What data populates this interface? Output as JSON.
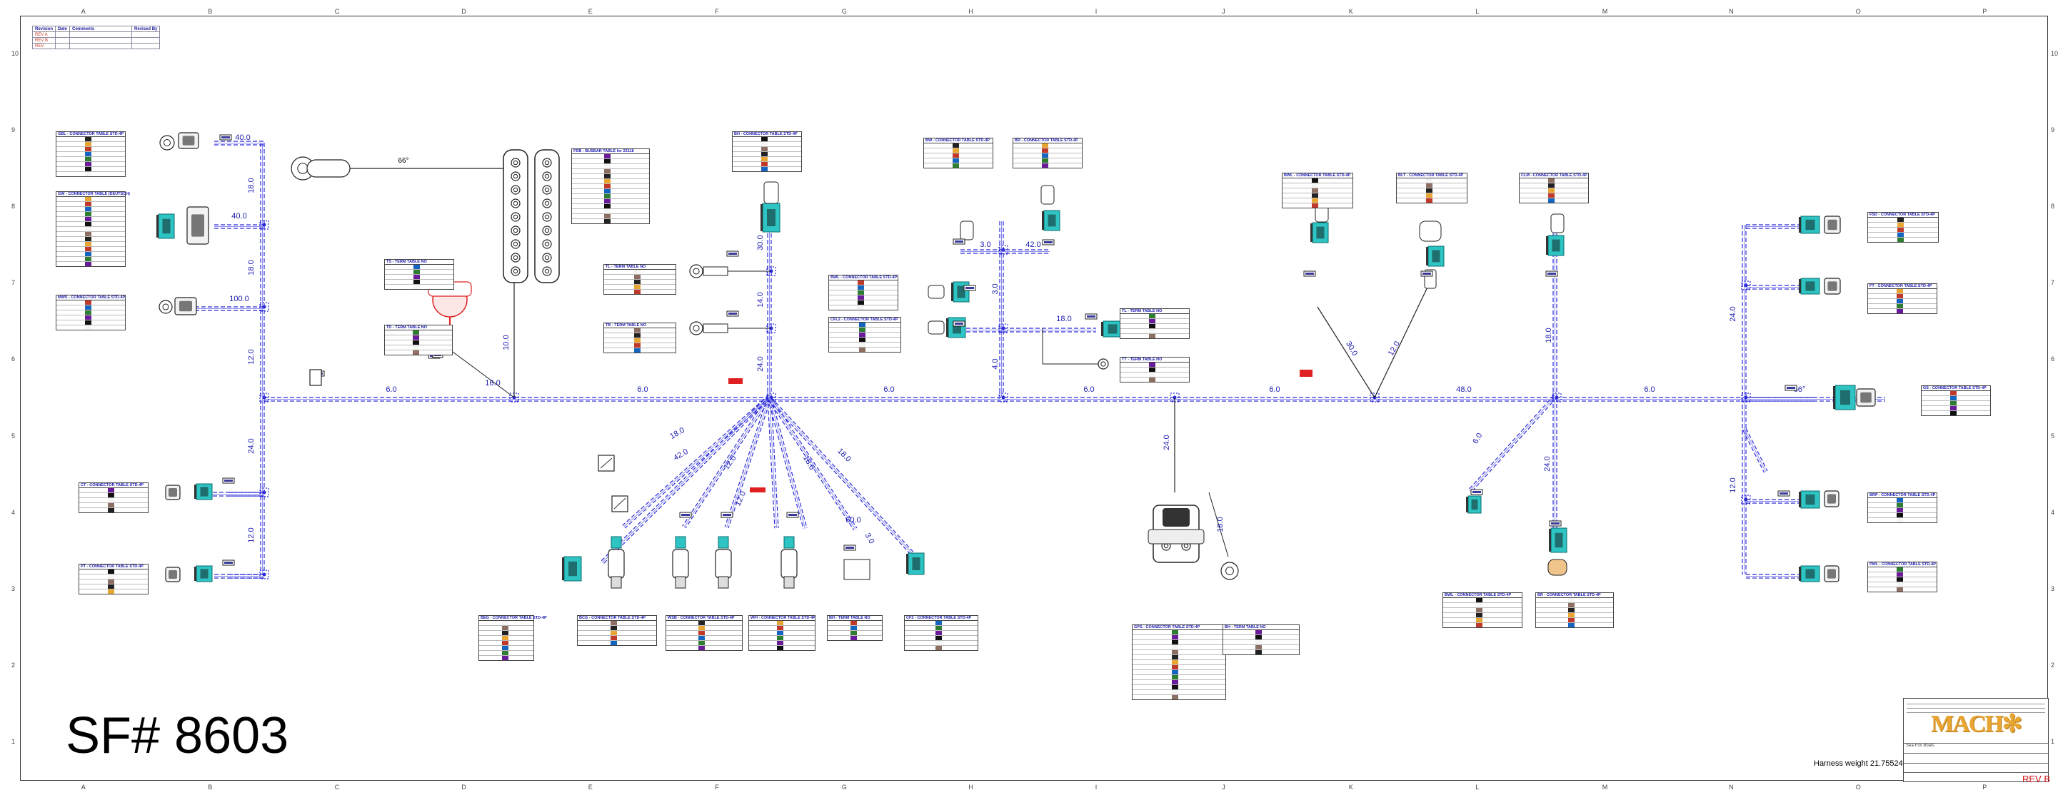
{
  "title": {
    "stamp": "SF# 8603",
    "harness_weight": "Harness weight 21.75524",
    "revision_mark": "REV B",
    "project": "Sea-Fox Boats"
  },
  "grid": {
    "columns": [
      "A",
      "B",
      "C",
      "D",
      "E",
      "F",
      "G",
      "H",
      "I",
      "J",
      "K",
      "L",
      "M",
      "N",
      "O",
      "P"
    ],
    "rows": [
      "10",
      "9",
      "8",
      "7",
      "6",
      "5",
      "4",
      "3",
      "2",
      "1"
    ]
  },
  "revision_table": {
    "headers": [
      "Revision",
      "Date",
      "Comments",
      "Revised By"
    ],
    "rows": [
      [
        "REV A",
        "",
        "",
        ""
      ],
      [
        "REV B",
        "",
        "",
        ""
      ],
      [
        "REV",
        "",
        "",
        ""
      ]
    ]
  },
  "segment_lengths": [
    "6.0",
    "6.0",
    "6.0",
    "6.0",
    "6.0",
    "48.0",
    "6.0",
    "18.0",
    "18.0",
    "12.0",
    "24.0",
    "12.0",
    "40.0",
    "40.0",
    "100.0",
    "10.0",
    "16.0",
    "30.0",
    "14.0",
    "24.0",
    "18.0",
    "42.0",
    "12.0",
    "12.0",
    "18.0",
    "18.0",
    "60.0",
    "3.0",
    "3.0",
    "42.0",
    "18.0",
    "3.0",
    "4.0",
    "24.0",
    "18.0",
    "30.0",
    "12.0",
    "18.0",
    "6.0",
    "24.0",
    "24.0",
    "12.0",
    "66°"
  ],
  "tables": [
    {
      "title": "GBL - CONNECTOR TABLE STD-4P"
    },
    {
      "title": "GW - CONNECTOR TABLE (DEUTSCH)"
    },
    {
      "title": "MWS - CONNECTOR TABLE STD-4P"
    },
    {
      "title": "TS - TERM TABLE NO"
    },
    {
      "title": "TD - TERM TABLE NO"
    },
    {
      "title": "FDB - BUSBAR TABLE for 22118"
    },
    {
      "title": "BH - CONNECTOR TABLE STD-4P"
    },
    {
      "title": "TL - TERM TABLE NO"
    },
    {
      "title": "TB - TERM TABLE NO"
    },
    {
      "title": "BW - CONNECTOR TABLE STD-4P"
    },
    {
      "title": "BR - CONNECTOR TABLE STD-4P"
    },
    {
      "title": "BWL - CONNECTOR TABLE STD-4P"
    },
    {
      "title": "CFL2 - CONNECTOR TABLE STD-4P"
    },
    {
      "title": "TL - TERM TABLE NO"
    },
    {
      "title": "TT - TERM TABLE NO"
    },
    {
      "title": "BWL - CONNECTOR TABLE STD-4P"
    },
    {
      "title": "BLT - CONNECTOR TABLE STD-4P"
    },
    {
      "title": "CLM - CONNECTOR TABLE STD-4P"
    },
    {
      "title": "FSD - CONNECTOR TABLE STD-4P"
    },
    {
      "title": "FT - CONNECTOR TABLE STD-4P"
    },
    {
      "title": "GS - CONNECTOR TABLE STD-4P"
    },
    {
      "title": "BRP - CONNECTOR TABLE STD-4P"
    },
    {
      "title": "PWL - CONNECTOR TABLE STD-4P"
    },
    {
      "title": "CT - CONNECTOR TABLE STD-4P"
    },
    {
      "title": "PT - CONNECTOR TABLE STD-4P"
    },
    {
      "title": "BEG - CONNECTOR TABLE STD-4P"
    },
    {
      "title": "BCG - CONNECTOR TABLE STD-4P"
    },
    {
      "title": "WSB - CONNECTOR TABLE STD-4P"
    },
    {
      "title": "WFI - CONNECTOR TABLE STD-4P"
    },
    {
      "title": "BH - TERM TABLE NO"
    },
    {
      "title": "CF2 - CONNECTOR TABLE STD-4P"
    },
    {
      "title": "GPS - CONNECTOR TABLE STD-4P"
    },
    {
      "title": "BH - TERM TABLE NO"
    },
    {
      "title": "BWL - CONNECTOR TABLE STD-4P"
    },
    {
      "title": "BR - CONNECTOR TABLE STD-4P"
    }
  ],
  "colors": {
    "wire_blue": "#2a2ad8",
    "bundle_fill": "#5555e0",
    "connector_teal": "#2ec4c4",
    "highlight_red": "#e02020",
    "label_navy": "#1b1bb0",
    "logo_gold": "#e8a532"
  }
}
